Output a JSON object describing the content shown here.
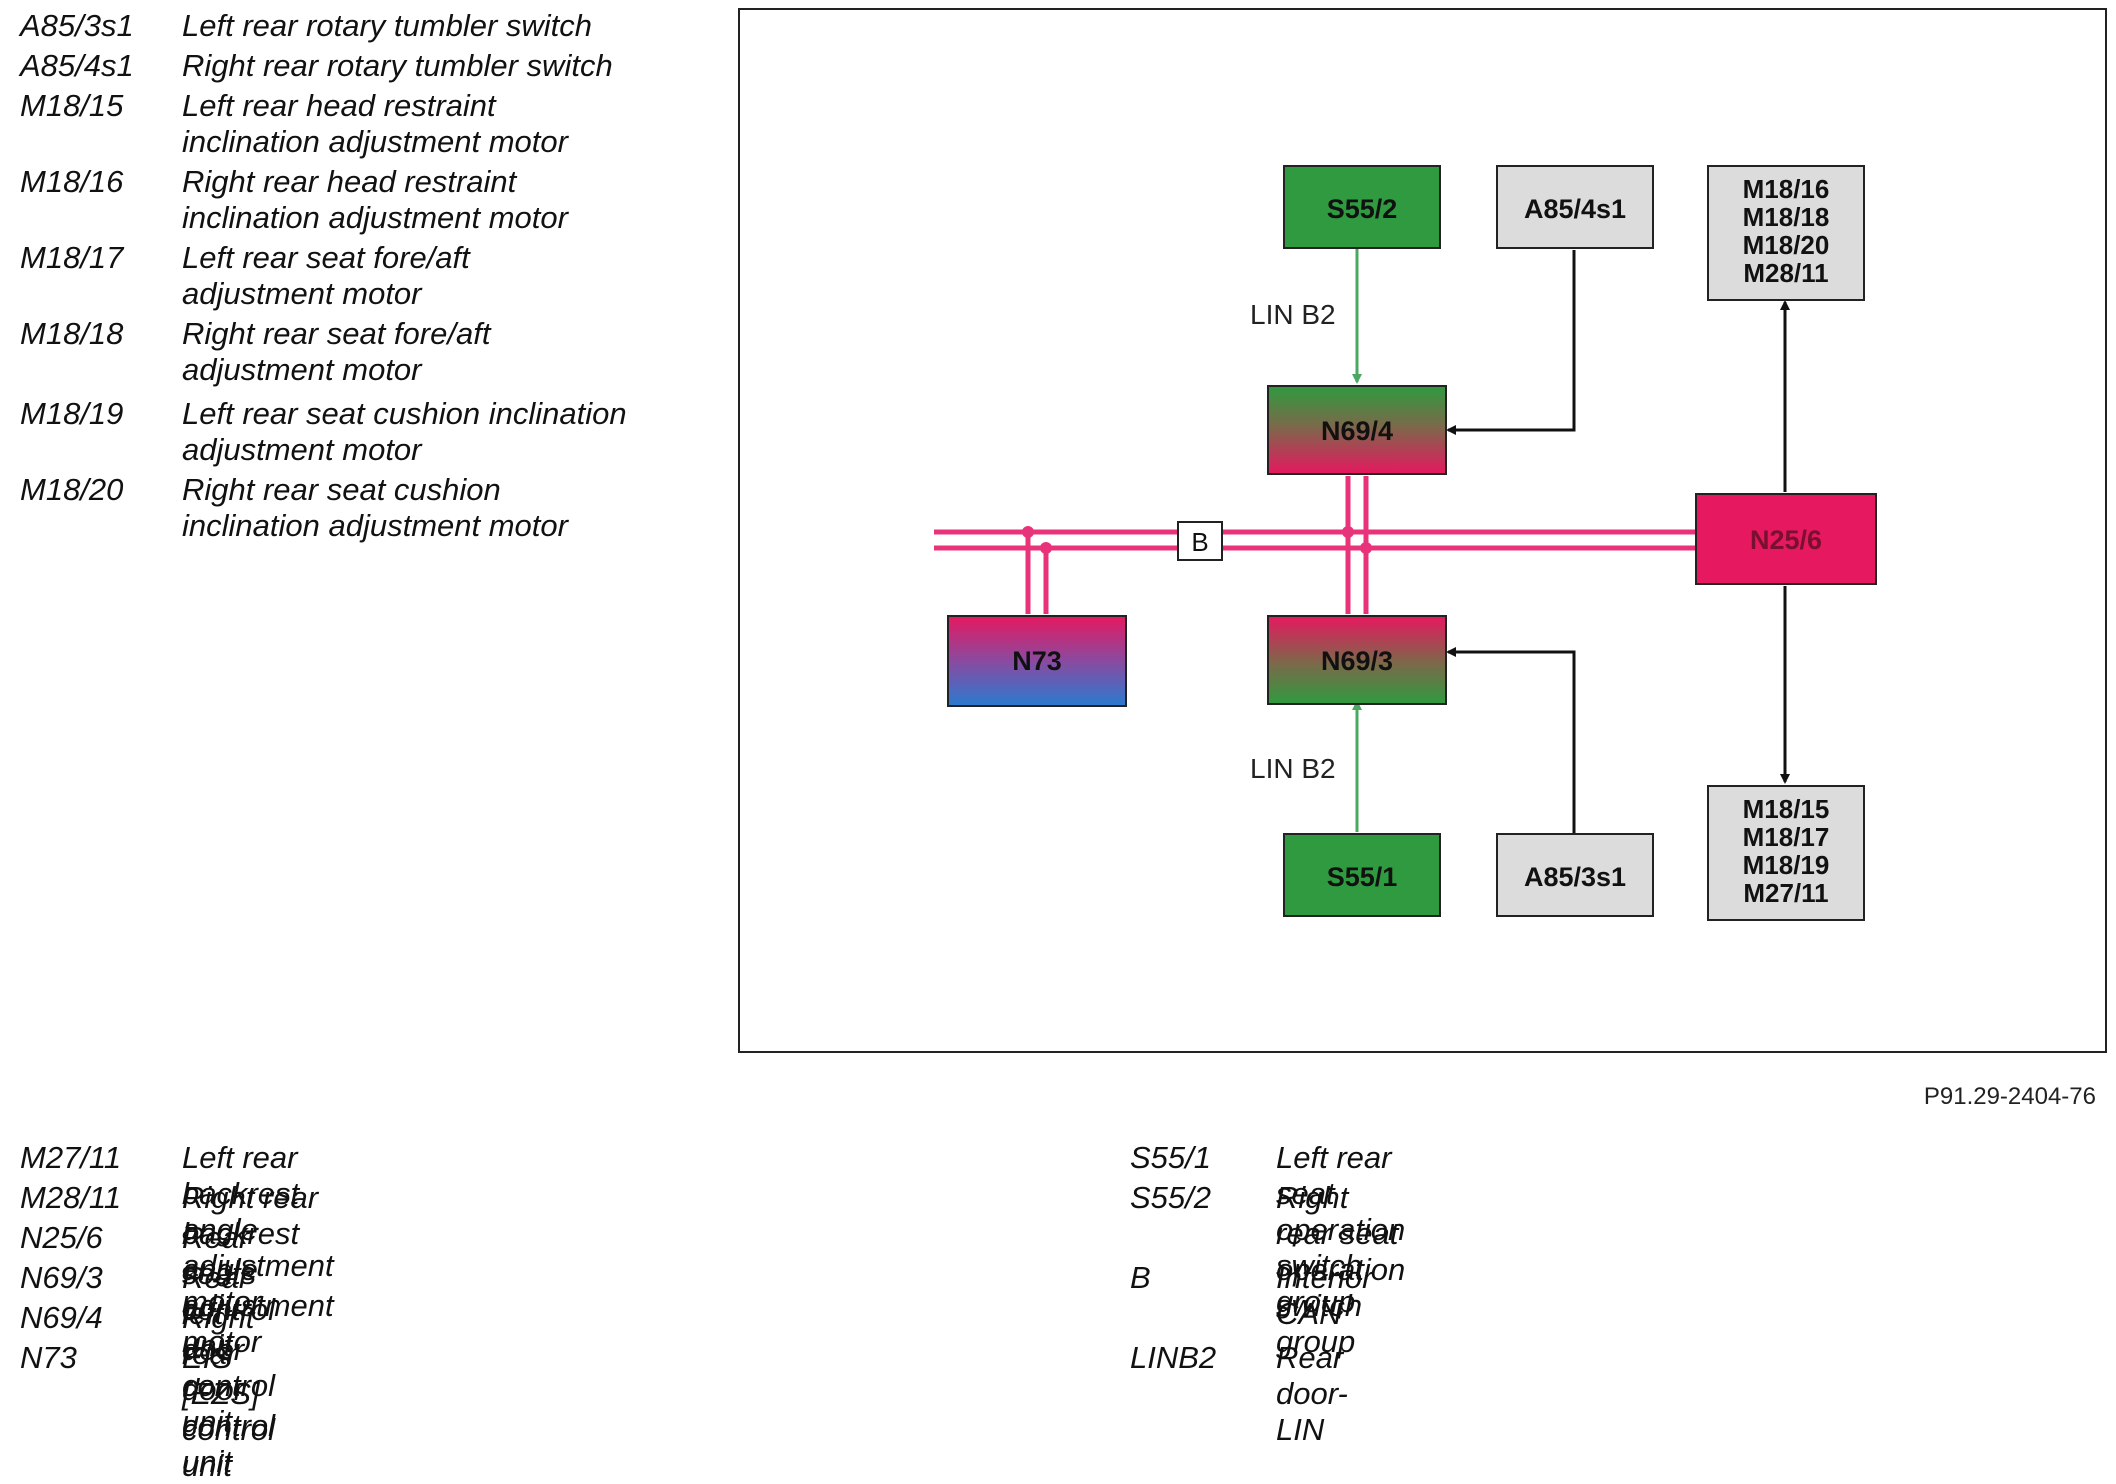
{
  "legend_top": [
    {
      "code": "A85/3s1",
      "desc": "Left rear rotary tumbler switch"
    },
    {
      "code": "A85/4s1",
      "desc": "Right rear rotary tumbler switch"
    },
    {
      "code": "M18/15",
      "desc": "Left rear head restraint\ninclination adjustment motor"
    },
    {
      "code": "M18/16",
      "desc": "Right rear head restraint\ninclination adjustment motor"
    },
    {
      "code": "M18/17",
      "desc": "Left rear seat fore/aft\nadjustment motor"
    },
    {
      "code": "M18/18",
      "desc": "Right rear seat fore/aft\nadjustment motor"
    },
    {
      "code": "M18/19",
      "desc": "Left rear seat cushion inclination\nadjustment motor"
    },
    {
      "code": "M18/20",
      "desc": "Right rear seat cushion\ninclination adjustment motor"
    }
  ],
  "legend_bottom_left": [
    {
      "code": "M27/11",
      "desc": "Left rear backrest angle adjustment motor"
    },
    {
      "code": "M28/11",
      "desc": "Right rear backrest angle adjustment motor"
    },
    {
      "code": "N25/6",
      "desc": "Rear seats control unit"
    },
    {
      "code": "N69/3",
      "desc": "Rear left door control unit"
    },
    {
      "code": "N69/4",
      "desc": "Right rear door control unit"
    },
    {
      "code": "N73",
      "desc": "EIS [EZS] control unit"
    }
  ],
  "legend_bottom_right": [
    {
      "code": "S55/1",
      "desc": "Left rear seat operation switch group"
    },
    {
      "code": "S55/2",
      "desc": "Right rear seat operation switch group"
    },
    {
      "code": "B",
      "desc": "Interior CAN"
    },
    {
      "code": "LINB2",
      "desc": "Rear door-LIN"
    }
  ],
  "diagram": {
    "box_s55_2": "S55/2",
    "box_a85_4s1": "A85/4s1",
    "box_m_right": [
      "M18/16",
      "M18/18",
      "M18/20",
      "M28/11"
    ],
    "box_n69_4": "N69/4",
    "box_n25_6": "N25/6",
    "box_n73": "N73",
    "box_n69_3": "N69/3",
    "box_m_left": [
      "M18/15",
      "M18/17",
      "M18/19",
      "M27/11"
    ],
    "box_s55_1": "S55/1",
    "box_a85_3s1": "A85/3s1",
    "bus_label_b": "B",
    "lin_label_top": "LIN B2",
    "lin_label_bottom": "LIN B2"
  },
  "figure_ref": "P91.29-2404-76",
  "colors": {
    "can_bus": "#e8337a",
    "lin_line": "#4aa860",
    "green_box": "#2f9a3f",
    "grey_box": "#dcdcdc",
    "magenta_box": "#e6185f",
    "blue_box": "#2a7ad0"
  }
}
